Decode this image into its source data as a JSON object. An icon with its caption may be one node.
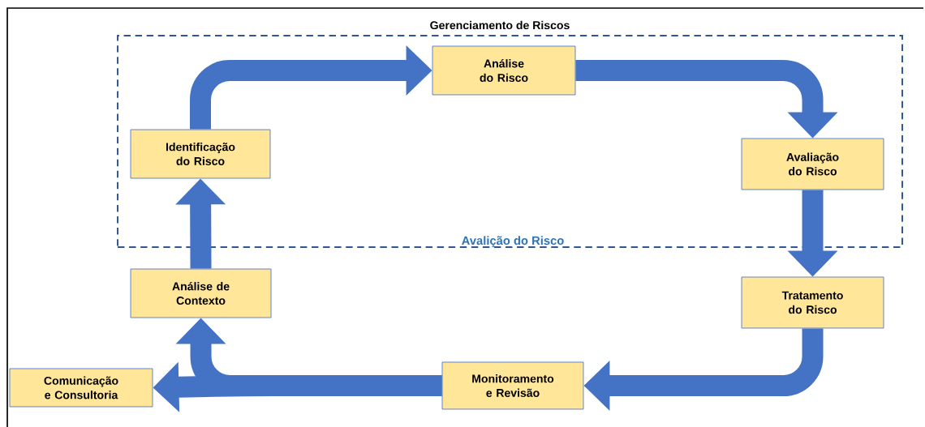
{
  "diagram": {
    "nodes": [
      {
        "text": [
          "Gerenciamento de Riscos",
          "Avalição do Risco"
        ]
      },
      {
        "text": [
          "Análise do Risco"
        ],
        "in": 0
      },
      {
        "text": [
          "Identificação do Risco"
        ],
        "in": 0
      },
      {
        "text": [
          "Avaliação do Risco"
        ],
        "in": 0
      },
      {
        "text": [
          "Análise de Contexto"
        ]
      },
      {
        "text": [
          "Tratamento do Risco"
        ]
      },
      {
        "text": [
          "Comunicação e Consultoria"
        ]
      },
      {
        "text": [
          "Monitoramento e Revisão"
        ]
      }
    ],
    "edges": [
      {
        "from": 4,
        "to": 2,
        "arrow": "to"
      },
      {
        "from": 2,
        "to": 1,
        "arrow": "to"
      },
      {
        "from": 1,
        "to": 3,
        "arrow": "to"
      },
      {
        "from": 3,
        "to": 5,
        "arrow": "to"
      },
      {
        "from": 5,
        "to": 7,
        "arrow": "to"
      },
      {
        "from": 7,
        "to": 4,
        "arrow": "to"
      },
      {
        "from": 7,
        "to": 6,
        "arrow": "to"
      }
    ]
  }
}
